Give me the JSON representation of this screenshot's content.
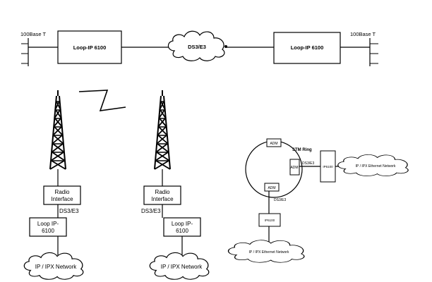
{
  "top_link": {
    "left_port_label": "100Base T",
    "right_port_label": "100Base T",
    "left_box_label": "Loop-IP 6100",
    "right_box_label": "Loop-IP 6100",
    "cloud_label": "DS3/E3"
  },
  "left_radio_site": {
    "radio_label_1": "Radio",
    "radio_label_2": "Interface",
    "link_label": "DS3/E3",
    "loop_label_1": "Loop IP-",
    "loop_label_2": "6100",
    "network_label": "IP / IPX Network"
  },
  "right_radio_site": {
    "radio_label_1": "Radio",
    "radio_label_2": "Interface",
    "link_label": "DS3/E3",
    "loop_label_1": "Loop IP-",
    "loop_label_2": "6100",
    "network_label": "IP / IPX Network"
  },
  "ring": {
    "ring_label": "STM Ring",
    "node_top": "ADM",
    "node_right": "ADM",
    "node_bottom": "ADM",
    "right_link_label": "DS3/E3",
    "bottom_link_label": "DS3/E3",
    "ip_box_right": "IP6100",
    "ip_box_bottom": "IP6100",
    "right_network_label": "IP / IPX Ethernet Network",
    "bottom_network_label": "IP / IPX Ethernet Network"
  }
}
